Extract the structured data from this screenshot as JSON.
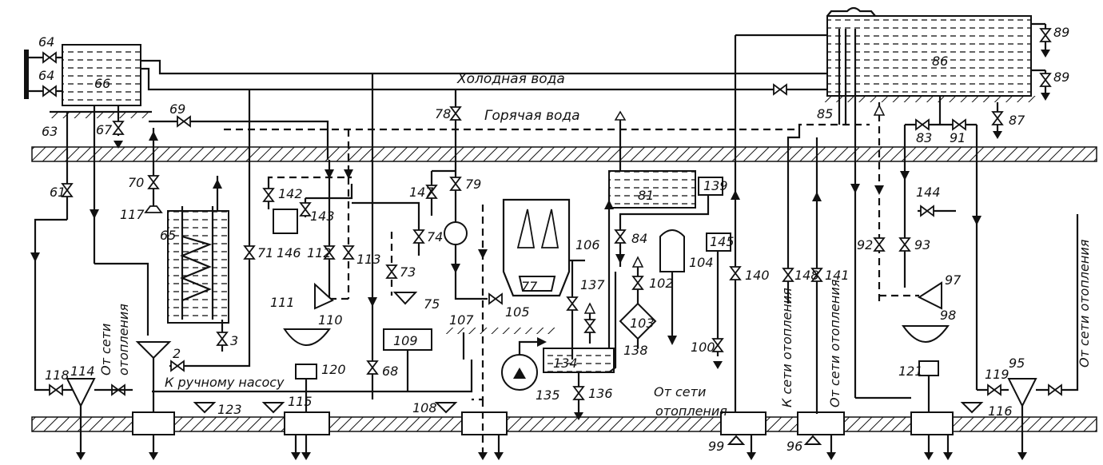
{
  "diagram": {
    "texts": {
      "cold_water": "Холодная вода",
      "hot_water": "Горячая вода",
      "to_hand_pump": "К ручному насосу",
      "from_heating_net_a": "От сети",
      "from_heating_net_b": "отопления",
      "to_heating_net": "К сети отопления",
      "from_heating_net": "От сети отопления"
    },
    "numbers": [
      "64",
      "64",
      "66",
      "63",
      "67",
      "69",
      "61",
      "70",
      "117",
      "65",
      "2",
      "3",
      "71",
      "112",
      "142",
      "143",
      "146",
      "111",
      "113",
      "110",
      "120",
      "68",
      "115",
      "123",
      "118",
      "114",
      "78",
      "79",
      "147",
      "74",
      "73",
      "75",
      "77",
      "106",
      "105",
      "107",
      "109",
      "137",
      "135",
      "134",
      "136",
      "108",
      "81",
      "139",
      "84",
      "102",
      "104",
      "145",
      "103",
      "138",
      "100",
      "140",
      "148",
      "141",
      "99",
      "96",
      "86",
      "89",
      "89",
      "85",
      "87",
      "83",
      "91",
      "144",
      "92",
      "93",
      "97",
      "98",
      "121",
      "119",
      "95",
      "116",
      "81"
    ]
  }
}
